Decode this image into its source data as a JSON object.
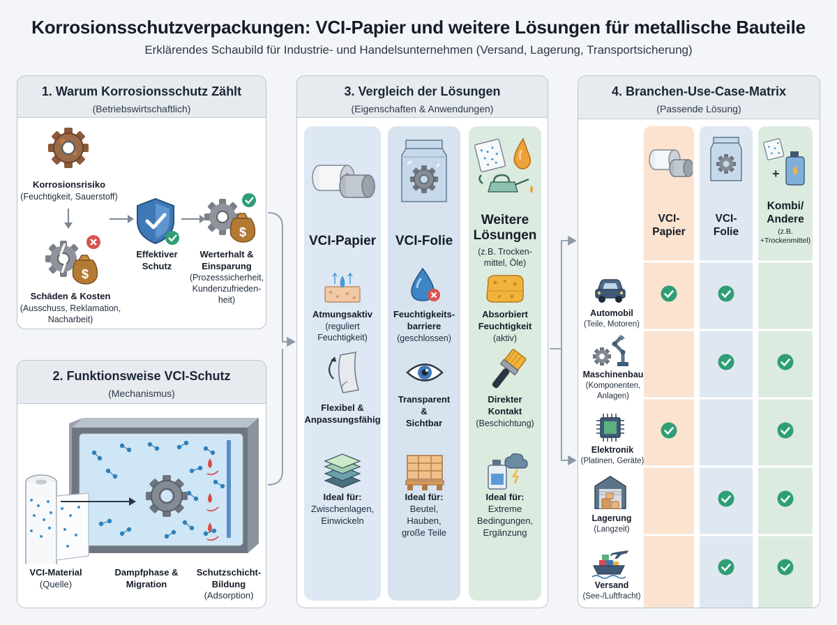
{
  "title": "Korrosionsschutzverpackungen: VCI-Papier und weitere Lösungen für metallische Bauteile",
  "subtitle": "Erklärendes Schaubild für Industrie- und Handelsunternehmen (Versand, Lagerung, Transportsicherung)",
  "section1": {
    "heading": "1. Warum Korrosionsschutz Zählt",
    "sub": "(Betriebswirtschaftlich)",
    "risk_title": "Korrosionsrisiko",
    "risk_desc": "(Feuchtigkeit, Sauerstoff)",
    "damage_title": "Schäden & Kosten",
    "damage_desc1": "(Ausschuss, Reklamation,",
    "damage_desc2": "Nacharbeit)",
    "protect_title1": "Effektiver",
    "protect_title2": "Schutz",
    "value_title1": "Werterhalt &",
    "value_title2": "Einsparung",
    "value_desc1": "(Prozesssicherheit,",
    "value_desc2": "Kundenzufrieden-",
    "value_desc3": "heit)"
  },
  "section2": {
    "heading": "2. Funktionsweise VCI-Schutz",
    "sub": "(Mechanismus)",
    "material_title": "VCI-Material",
    "material_desc": "(Quelle)",
    "vapor_title1": "Dampfphase &",
    "vapor_title2": "Migration",
    "layer_title1": "Schutzschicht-",
    "layer_title2": "Bildung",
    "layer_desc": "(Adsorption)"
  },
  "section3": {
    "heading": "3. Vergleich der Lösungen",
    "sub": "(Eigenschaften & Anwendungen)",
    "columns": [
      {
        "name": "VCI-Papier",
        "color": "#dde8f4",
        "f1_title": "Atmungsaktiv",
        "f1_desc1": "(reguliert",
        "f1_desc2": "Feuchtigkeit)",
        "f2_title1": "Flexibel &",
        "f2_title2": "Anpassungsfähig",
        "ideal_title": "Ideal für:",
        "ideal1": "Zwischenlagen,",
        "ideal2": "Einwickeln",
        "ideal3": ""
      },
      {
        "name": "VCI-Folie",
        "color": "#d7e3ee",
        "f1_title": "Feuchtigkeits-",
        "f1_title2": "barriere",
        "f1_desc": "(geschlossen)",
        "f2_title1": "Transparent",
        "f2_title2": "&",
        "f2_title3": "Sichtbar",
        "ideal_title": "Ideal für:",
        "ideal1": "Beutel,",
        "ideal2": "Hauben,",
        "ideal3": "große Teile"
      },
      {
        "name1": "Weitere",
        "name2": "Lösungen",
        "name_desc1": "(z.B. Trocken-",
        "name_desc2": "mittel, Öle)",
        "color": "#dcebdf",
        "f1_title1": "Absorbiert",
        "f1_title2": "Feuchtigkeit",
        "f1_desc": "(aktiv)",
        "f2_title1": "Direkter",
        "f2_title2": "Kontakt",
        "f2_desc": "(Beschichtung)",
        "ideal_title": "Ideal für:",
        "ideal1": "Extreme",
        "ideal2": "Bedingungen,",
        "ideal3": "Ergänzung"
      }
    ]
  },
  "section4": {
    "heading": "4. Branchen-Use-Case-Matrix",
    "sub": "(Passende Lösung)",
    "col_headers": [
      {
        "l1": "VCI-",
        "l2": "Papier",
        "small": "",
        "color": "#fbe3cf"
      },
      {
        "l1": "VCI-",
        "l2": "Folie",
        "small": "",
        "color": "#dfe8f1"
      },
      {
        "l1": "Kombi/",
        "l2": "Andere",
        "small1": "(z.B.",
        "small2": "+Trockenmittel)",
        "color": "#dcebdf"
      }
    ],
    "rows": [
      {
        "title": "Automobil",
        "desc1": "(Teile, Motoren)",
        "desc2": "",
        "checks": [
          true,
          true,
          false
        ]
      },
      {
        "title": "Maschinenbau",
        "desc1": "(Komponenten,",
        "desc2": "Anlagen)",
        "checks": [
          false,
          true,
          true
        ]
      },
      {
        "title": "Elektronik",
        "desc1": "(Platinen, Geräte)",
        "desc2": "",
        "checks": [
          true,
          false,
          true
        ]
      },
      {
        "title": "Lagerung",
        "desc1": "(Langzeit)",
        "desc2": "",
        "checks": [
          false,
          true,
          true
        ]
      },
      {
        "title": "Versand",
        "desc1": "(See-/Luftfracht)",
        "desc2": "",
        "checks": [
          false,
          true,
          true
        ]
      }
    ],
    "check_color": "#2f9e74"
  }
}
